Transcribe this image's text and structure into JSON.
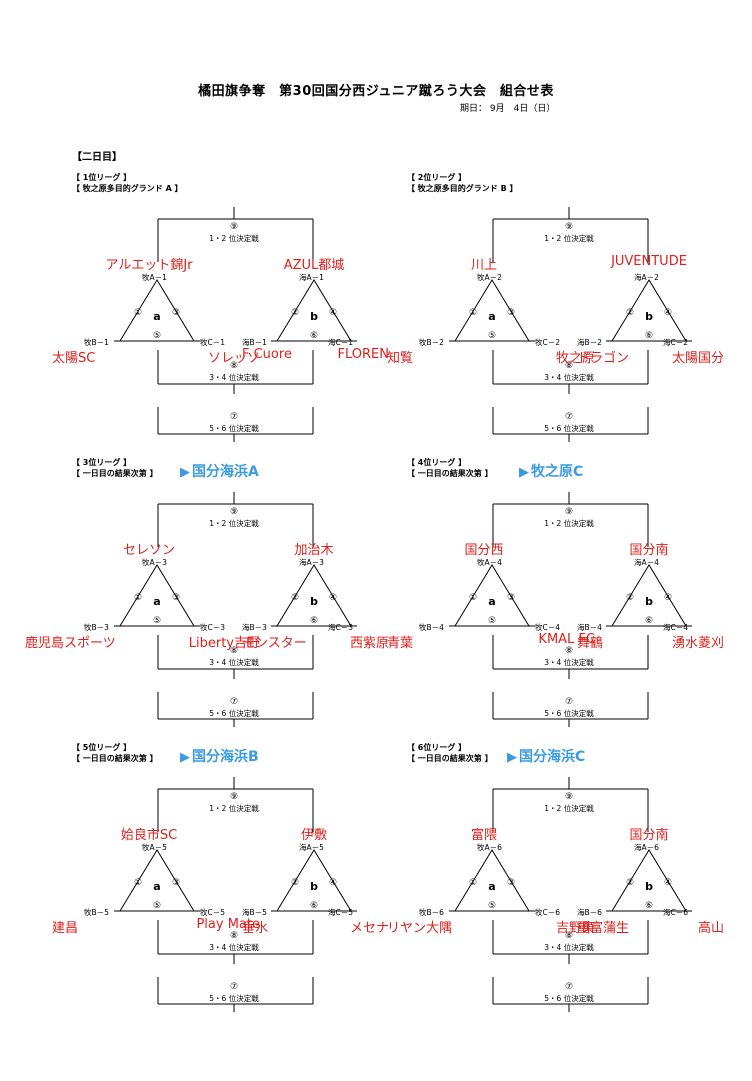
{
  "header": {
    "title": "橘田旗争奪　第30回国分西ジュニア蹴ろう大会　組合せ表",
    "date": "期日：  9月　4日（日）",
    "day": "【二日目】"
  },
  "circles": {
    "c1": "①",
    "c3": "③",
    "c2": "②",
    "c4": "④",
    "c5": "⑤",
    "c6": "⑥",
    "c7": "⑦",
    "c8": "⑧",
    "c9": "⑨"
  },
  "group_labels": {
    "a": "a",
    "b": "b"
  },
  "games": {
    "g9": "1・2 位決定戦",
    "g8": "3・4 位決定戦",
    "g7": "5・6 位決定戦"
  },
  "leagues": [
    {
      "title": "【 1位リーグ 】",
      "venue": "【 牧之原多目的グランド  A 】",
      "flag": "",
      "slots": {
        "a_top": "牧A－1",
        "a_left": "牧B－1",
        "a_right": "牧C－1",
        "b_top": "海A－1",
        "b_left": "海B－1",
        "b_right": "海C－1"
      },
      "teams": {
        "a_top": "アルエット錦Jr",
        "a_left": "太陽SC",
        "a_right": "ソレッソ",
        "b_top": "AZUL都城",
        "b_left": "F Cuore",
        "b_right": "FLOREN"
      }
    },
    {
      "title": "【 2位リーグ 】",
      "venue": "【 牧之原多目的グランド  B 】",
      "flag": "",
      "slots": {
        "a_top": "牧A－2",
        "a_left": "牧B－2",
        "a_right": "牧C－2",
        "b_top": "海A－2",
        "b_left": "海B－2",
        "b_right": "海C－2"
      },
      "teams": {
        "a_top": "川上",
        "a_left": "知覧",
        "a_right": "牧之原",
        "b_top": "JUVENTUDE",
        "b_left": "ドラゴン",
        "b_right": "太陽国分"
      }
    },
    {
      "title": "【 3位リーグ 】",
      "venue": "【 一日目の結果次第 】",
      "flag": "国分海浜A",
      "slots": {
        "a_top": "牧A－3",
        "a_left": "牧B－3",
        "a_right": "牧C－3",
        "b_top": "海A－3",
        "b_left": "海B－3",
        "b_right": "海C－3"
      },
      "teams": {
        "a_top": "セレソン",
        "a_left": "鹿児島スポーツ",
        "a_right": "Liberty吉野",
        "b_top": "加治木",
        "b_left": "モンスター",
        "b_right": "西紫原"
      }
    },
    {
      "title": "【 4位リーグ 】",
      "venue": "【 一日目の結果次第 】",
      "flag": "牧之原C",
      "slots": {
        "a_top": "牧A－4",
        "a_left": "牧B－4",
        "a_right": "牧C－4",
        "b_top": "海A－4",
        "b_left": "海B－4",
        "b_right": "海C－4"
      },
      "teams": {
        "a_top": "国分西",
        "a_left": "青葉",
        "a_right": "KMAL FC",
        "b_top": "国分南",
        "b_left": "舞鶴",
        "b_right": "湧水菱刈"
      }
    },
    {
      "title": "【 5位リーグ 】",
      "venue": "【 一日目の結果次第 】",
      "flag": "国分海浜B",
      "slots": {
        "a_top": "牧A－5",
        "a_left": "牧B－5",
        "a_right": "牧C－5",
        "b_top": "海A－5",
        "b_left": "海B－5",
        "b_right": "海C－5"
      },
      "teams": {
        "a_top": "姶良市SC",
        "a_left": "建昌",
        "a_right": "Play Mate",
        "b_top": "伊敷",
        "b_left": "垂水",
        "b_right": "メセナ"
      }
    },
    {
      "title": "【 6位リーグ 】",
      "venue": "【 一日目の結果次第 】",
      "flag": "国分海浜C",
      "slots": {
        "a_top": "牧A－6",
        "a_left": "牧B－6",
        "a_right": "牧C－6",
        "b_top": "海A－6",
        "b_left": "海B－6",
        "b_right": "海C－6"
      },
      "teams": {
        "a_top": "富隈",
        "a_left": "リヤン大隅",
        "a_right": "吉野東",
        "b_top": "国分南",
        "b_left": "重富蒲生",
        "b_right": "高山"
      }
    }
  ]
}
